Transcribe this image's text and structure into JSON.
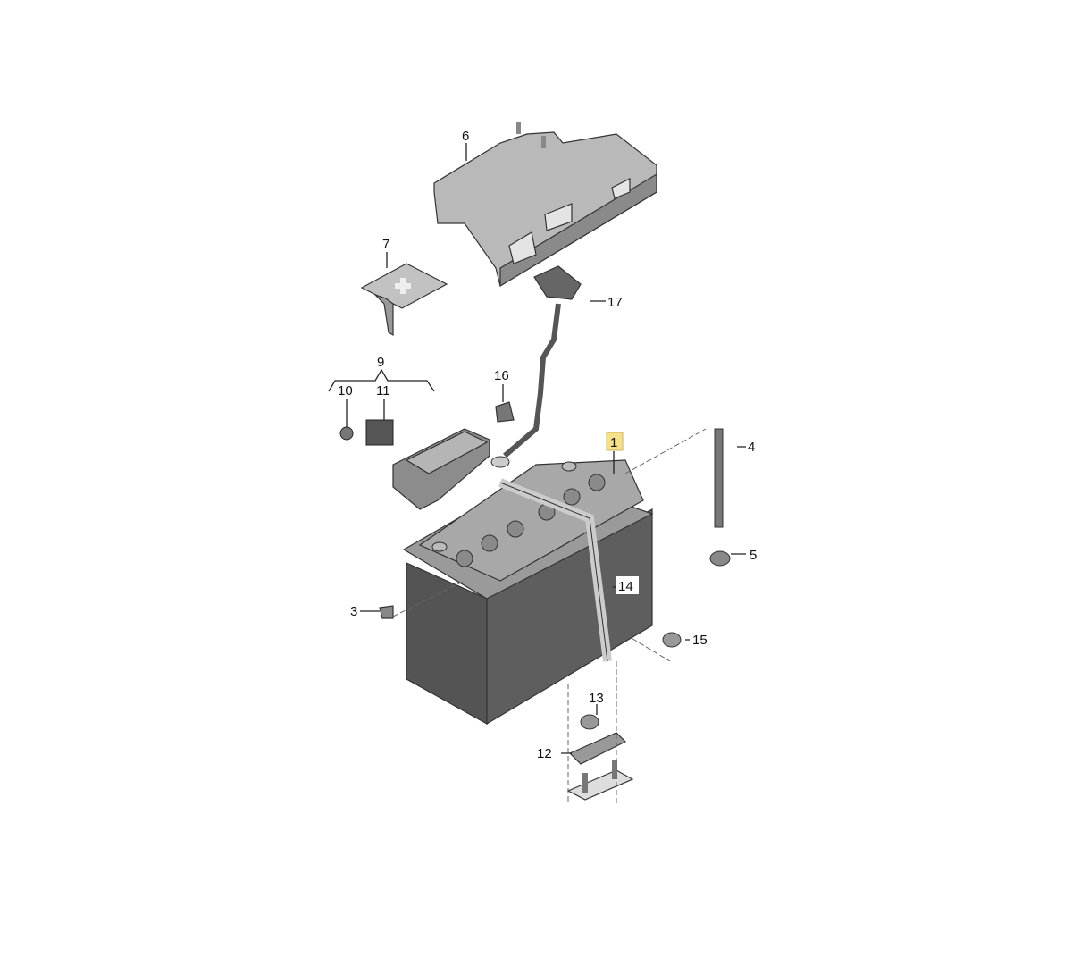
{
  "diagram": {
    "title": "Battery exploded parts diagram",
    "highlight_color": "#f6e08c",
    "callouts": {
      "p1": "1",
      "p3": "3",
      "p4": "4",
      "p5": "5",
      "p6": "6",
      "p7": "7",
      "p9": "9",
      "p10": "10",
      "p11": "11",
      "p12": "12",
      "p13": "13",
      "p14": "14",
      "p15": "15",
      "p16": "16",
      "p17": "17"
    }
  }
}
